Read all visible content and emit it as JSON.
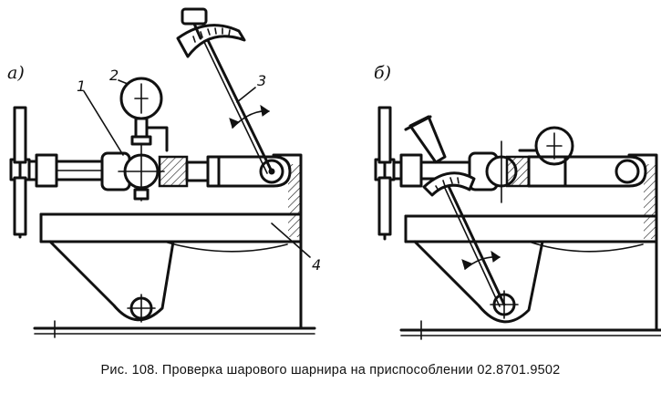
{
  "figure": {
    "panel_a_label": "а)",
    "panel_b_label": "б)",
    "callouts": [
      "1",
      "2",
      "3",
      "4"
    ],
    "caption": "Рис. 108. Проверка шарового шарнира на приспособлении 02.8701.9502"
  }
}
